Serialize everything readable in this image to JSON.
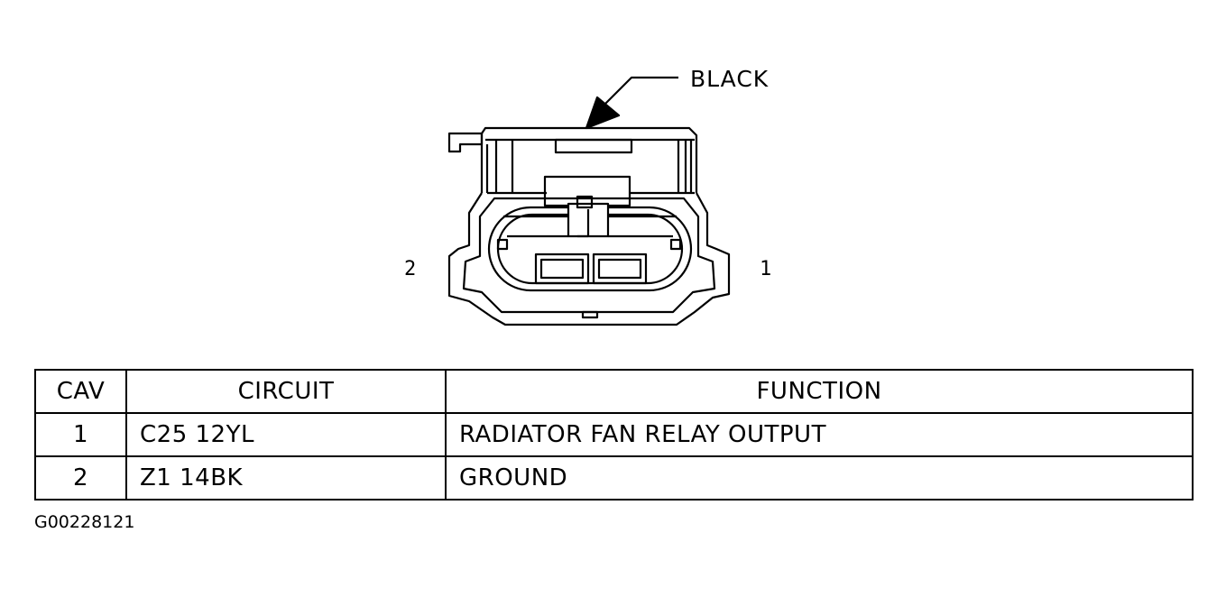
{
  "connector": {
    "color_label": "BLACK",
    "cavity_left_label": "2",
    "cavity_right_label": "1"
  },
  "table": {
    "headers": [
      "CAV",
      "CIRCUIT",
      "FUNCTION"
    ],
    "rows": [
      {
        "cav": "1",
        "circuit": "C25 12YL",
        "function": "RADIATOR FAN RELAY OUTPUT"
      },
      {
        "cav": "2",
        "circuit": "Z1 14BK",
        "function": "GROUND"
      }
    ]
  },
  "figure_id": "G00228121"
}
